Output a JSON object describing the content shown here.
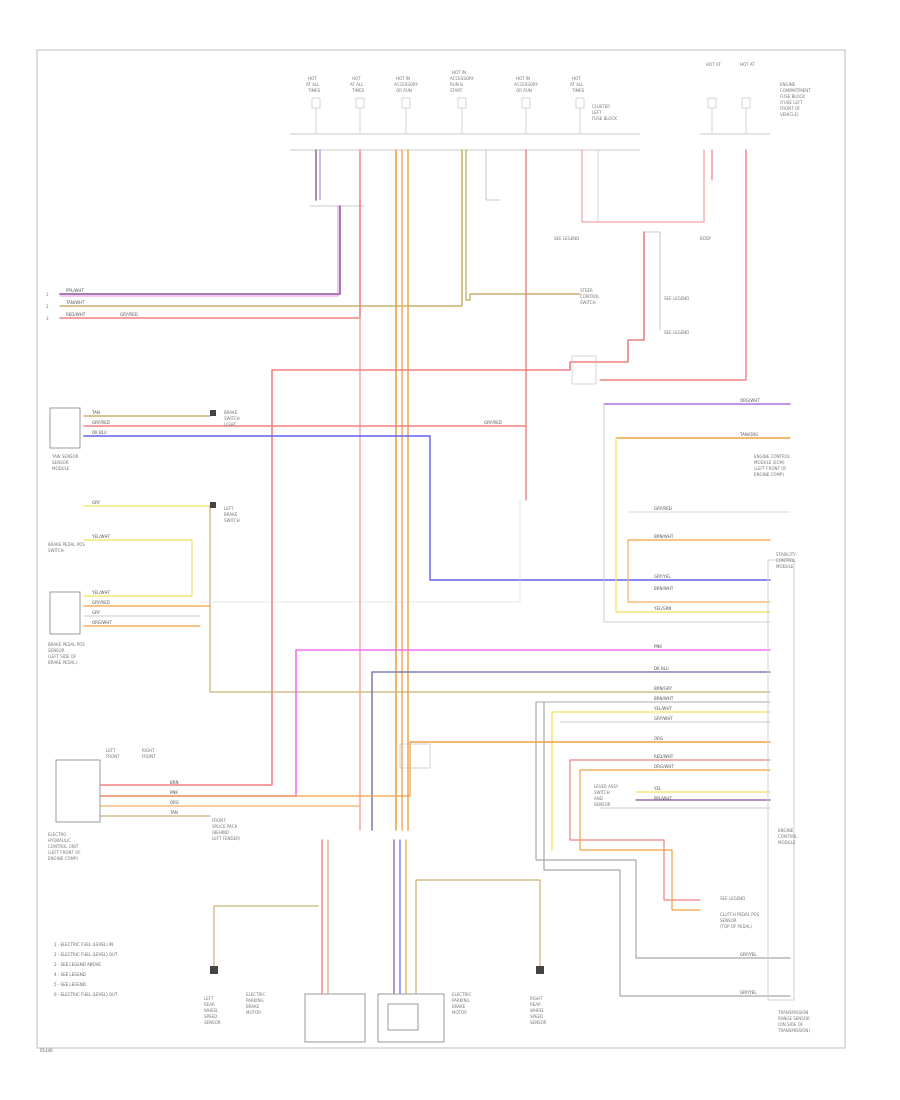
{
  "footer_code": "01446",
  "legend": [
    "1 - ELECTRIC FUEL (LEVEL) IN",
    "2 - ELECTRIC FUEL (LEVEL) OUT",
    "3 - SEE LEGEND ABOVE",
    "4 - SEE LEGEND",
    "5 - SEE LEGEND",
    "6 - ELECTRIC FUEL (LEVEL) OUT"
  ],
  "colors": {
    "frame": "#c8c8c8",
    "red": "#f08080",
    "pink": "#f4a0a0",
    "purple": "#9a6aa8",
    "violet": "#b070e0",
    "blue": "#6060f0",
    "tan": "#c8b070",
    "orange": "#f0a040",
    "yellow": "#f0e060",
    "magenta": "#f070f0",
    "gray": "#a8a8a8",
    "slate": "#8080b0"
  }
}
